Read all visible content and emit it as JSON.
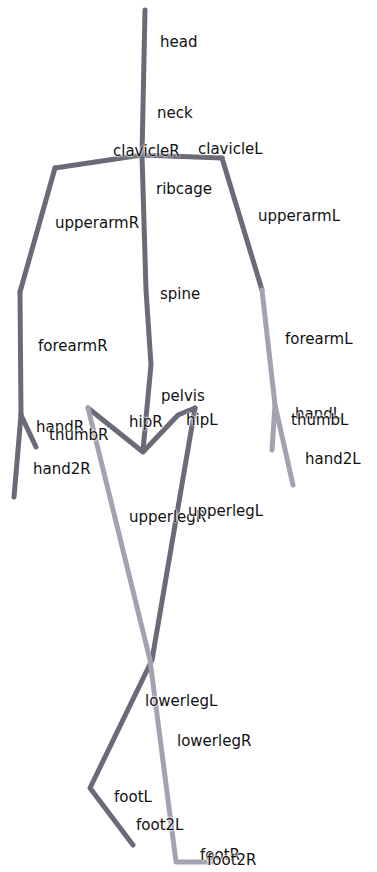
{
  "diagram": {
    "labels": [
      "head",
      "neck",
      "clavicleR",
      "clavicleL",
      "ribcage",
      "upperarmR",
      "upperarmL",
      "spine",
      "forearmR",
      "forearmL",
      "pelvis",
      "handR",
      "thumbR",
      "hipR",
      "hipL",
      "handL",
      "thumbL",
      "hand2R",
      "hand2L",
      "upperlegR",
      "upperlegL",
      "lowerlegL",
      "lowerlegR",
      "footL",
      "foot2L",
      "footR",
      "foot2R"
    ]
  }
}
